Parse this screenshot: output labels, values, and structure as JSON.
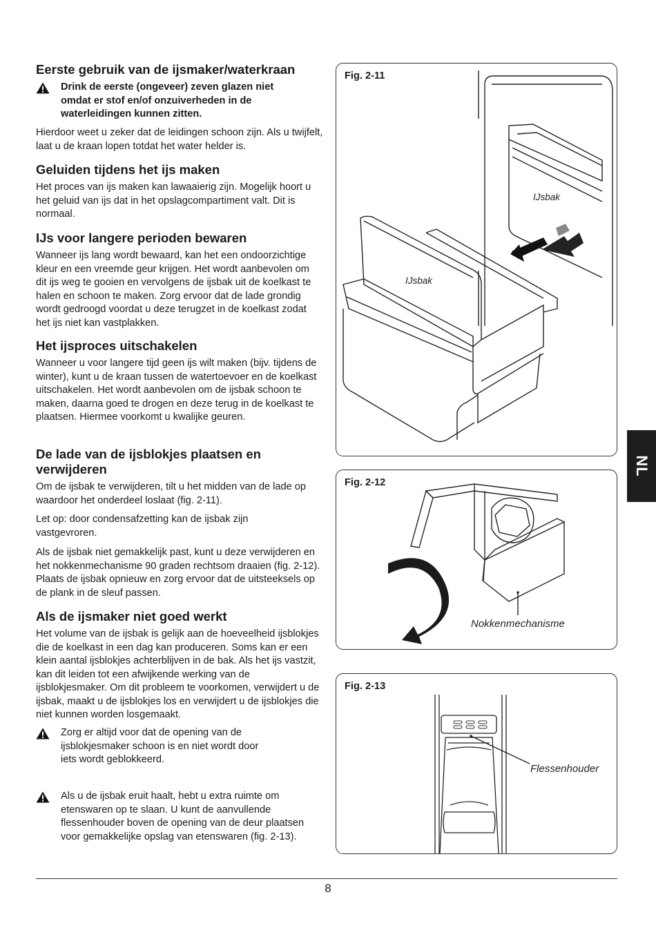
{
  "sections": {
    "s1": {
      "heading": "Eerste gebruik van de ijsmaker/waterkraan",
      "warning": "Drink de eerste (ongeveer) zeven glazen niet omdat er stof en/of onzuiverheden in de waterleidingen kunnen zitten.",
      "p1": "Hierdoor weet u zeker dat de leidingen schoon zijn. Als u twijfelt, laat u de kraan lopen totdat het water helder is."
    },
    "s2": {
      "heading": "Geluiden tijdens het ijs maken",
      "p1": "Het proces van ijs maken kan lawaaierig zijn. Mogelijk hoort u het geluid van ijs dat in het opslagcompartiment valt. Dit is normaal."
    },
    "s3": {
      "heading": "IJs voor langere perioden bewaren",
      "p1": "Wanneer ijs lang wordt bewaard, kan het een ondoorzichtige kleur en een vreemde geur krijgen. Het wordt aanbevolen om dit ijs weg te gooien en vervolgens de ijsbak uit de koelkast te halen en schoon te maken. Zorg ervoor dat de lade grondig wordt gedroogd voordat u deze terugzet in de koelkast zodat het ijs niet kan vastplakken."
    },
    "s4": {
      "heading": "Het ijsproces uitschakelen",
      "p1": "Wanneer u voor langere tijd geen ijs wilt maken (bijv. tijdens de winter), kunt u de kraan tussen de watertoevoer en de koelkast uitschakelen. Het wordt aanbevolen om de ijsbak schoon te maken, daarna goed te drogen en deze terug in de koelkast te plaatsen. Hiermee voorkomt u kwalijke geuren."
    },
    "s5": {
      "heading": "De lade van de ijsblokjes plaatsen en verwijderen",
      "p1": "Om de ijsbak te verwijderen, tilt u het midden van de lade op waardoor het onderdeel loslaat (fig. 2-11).",
      "p2": "Let op: door condensafzetting kan de ijsbak zijn vastgevroren.",
      "p3": "Als de ijsbak niet gemakkelijk past, kunt u deze verwijderen en het nokkenmechanisme 90 graden rechtsom draaien (fig. 2-12). Plaats de ijsbak opnieuw en zorg ervoor dat de uitsteeksels op de plank in de sleuf passen."
    },
    "s6": {
      "heading": "Als de ijsmaker niet goed werkt",
      "p1": "Het volume van de ijsbak is gelijk aan de hoeveelheid ijsblokjes die de koelkast in een dag kan produceren. Soms kan er een klein aantal ijsblokjes achterblijven in de bak. Als het ijs vastzit, kan dit leiden tot een afwijkende werking van de ijsblokjesmaker. Om dit probleem te voorkomen, verwijdert u de ijsbak, maakt u de ijsblokjes los en verwijdert u de ijsblokjes die niet kunnen worden losgemaakt.",
      "warning1": "Zorg er altijd voor dat de opening van de ijsblokjesmaker schoon is en niet wordt door iets wordt geblokkeerd.",
      "warning2": "Als u de ijsbak eruit haalt, hebt u extra ruimte om etenswaren op te slaan. U kunt de aanvullende flessenhouder boven de opening van de deur plaatsen voor gemakkelijke opslag van etenswaren (fig. 2-13)."
    }
  },
  "figures": {
    "f1": {
      "label": "Fig. 2-11",
      "caption_top": "IJsbak",
      "caption_front": "IJsbak"
    },
    "f2": {
      "label": "Fig. 2-12",
      "caption": "Nokkenmechanisme"
    },
    "f3": {
      "label": "Fig. 2-13",
      "caption": "Flessenhouder"
    }
  },
  "side_tab": "NL",
  "page_number": "8"
}
